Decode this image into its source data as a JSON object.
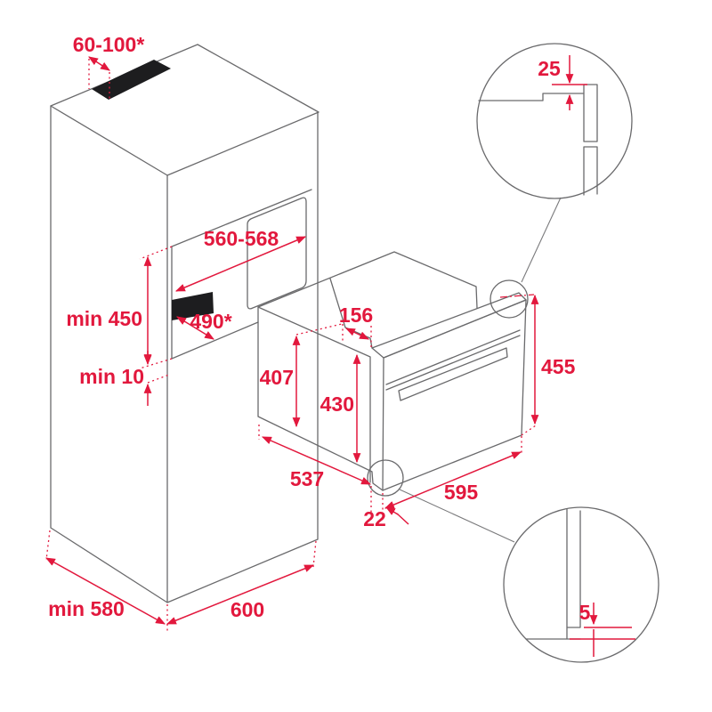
{
  "page": {
    "background": "#ffffff",
    "type": "appliance installation diagram",
    "units": "mm"
  },
  "colors": {
    "dimension_red": "#e2183d",
    "line_gray": "#6a6a6c",
    "fill_black": "#1d1d1f"
  },
  "diagram": {
    "subject": "built-in compact oven in tall cabinet column — installation dimensions",
    "cabinet": {
      "dims": {
        "vent_top": "60-100*",
        "niche_width": "560-568",
        "niche_min_height": "min 450",
        "niche_depth": "490*",
        "gap_below_niche": "min 10",
        "depth": "min 580",
        "width": "600"
      }
    },
    "oven": {
      "dims": {
        "body_height": "407",
        "door_height": "430",
        "top_recess": "156",
        "body_depth": "537",
        "front_width": "595",
        "frame_protrusion": "22",
        "front_height": "455"
      }
    },
    "details": [
      {
        "name": "top frame overlap detail",
        "value": "25"
      },
      {
        "name": "bottom gap detail",
        "value": "5"
      }
    ]
  }
}
